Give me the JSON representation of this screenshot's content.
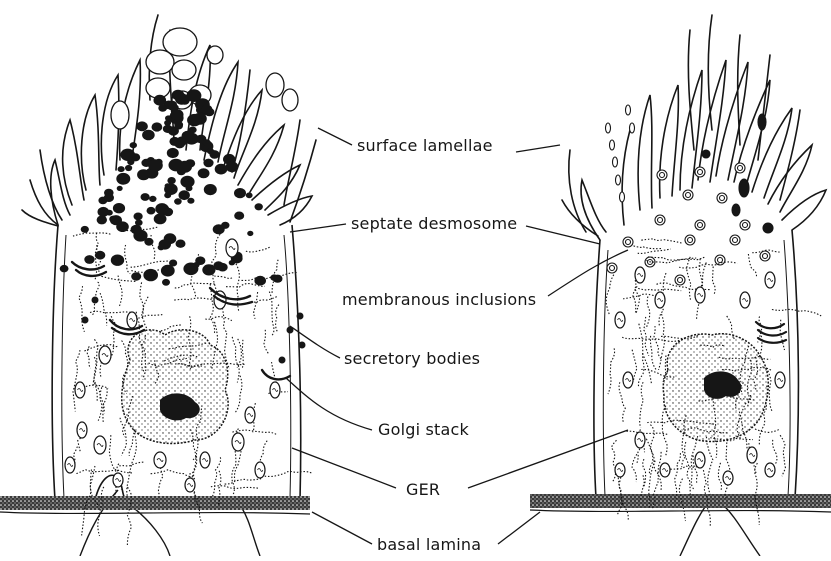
{
  "labels": {
    "surface_lamellae": "surface lamellae",
    "septate_desmosome": "septate desmosome",
    "membranous_inclusions": "membranous inclusions",
    "secretory_bodies": "secretory bodies",
    "golgi_stack": "Golgi stack",
    "ger": "GER",
    "basal_lamina": "basal lamina"
  },
  "colors": {
    "ink": "#161616",
    "paper": "#ffffff",
    "stipple": "#2a2a2a"
  }
}
